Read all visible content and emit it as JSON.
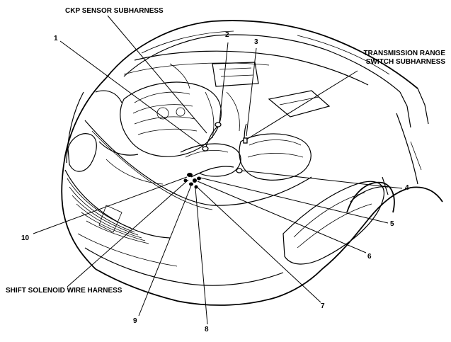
{
  "labels": {
    "ckp_sensor_subharness": "CKP SENSOR SUBHARNESS",
    "transmission_range_line1": "TRANSMISSION RANGE",
    "transmission_range_line2": "SWITCH SUBHARNESS",
    "shift_solenoid_wire_harness": "SHIFT SOLENOID WIRE HARNESS"
  },
  "callouts": [
    "1",
    "2",
    "3",
    "4",
    "5",
    "6",
    "7",
    "8",
    "9",
    "10"
  ]
}
